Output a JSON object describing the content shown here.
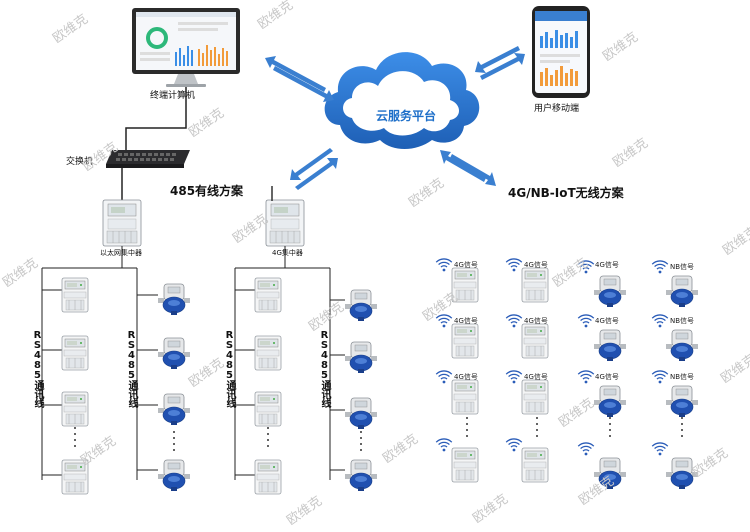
{
  "labels": {
    "terminal": "终端计算机",
    "switch": "交换机",
    "mobile": "用户移动端",
    "cloud": "云服务平台",
    "wired_title": "485有线方案",
    "wireless_title": "4G/NB-IoT无线方案",
    "eth_concentrator": "以太网集中器",
    "g4_concentrator": "4G集中器",
    "rs485_bus": "RS485通讯线"
  },
  "signals": {
    "g4": "4G信号",
    "nb": "NB信号"
  },
  "watermark": "欧维克",
  "colors": {
    "cloud_blue": "#1e6fc9",
    "arrow_blue": "#3a7fd0",
    "meter_blue": "#2050b0",
    "wifi_blue": "#2a5cb8"
  }
}
